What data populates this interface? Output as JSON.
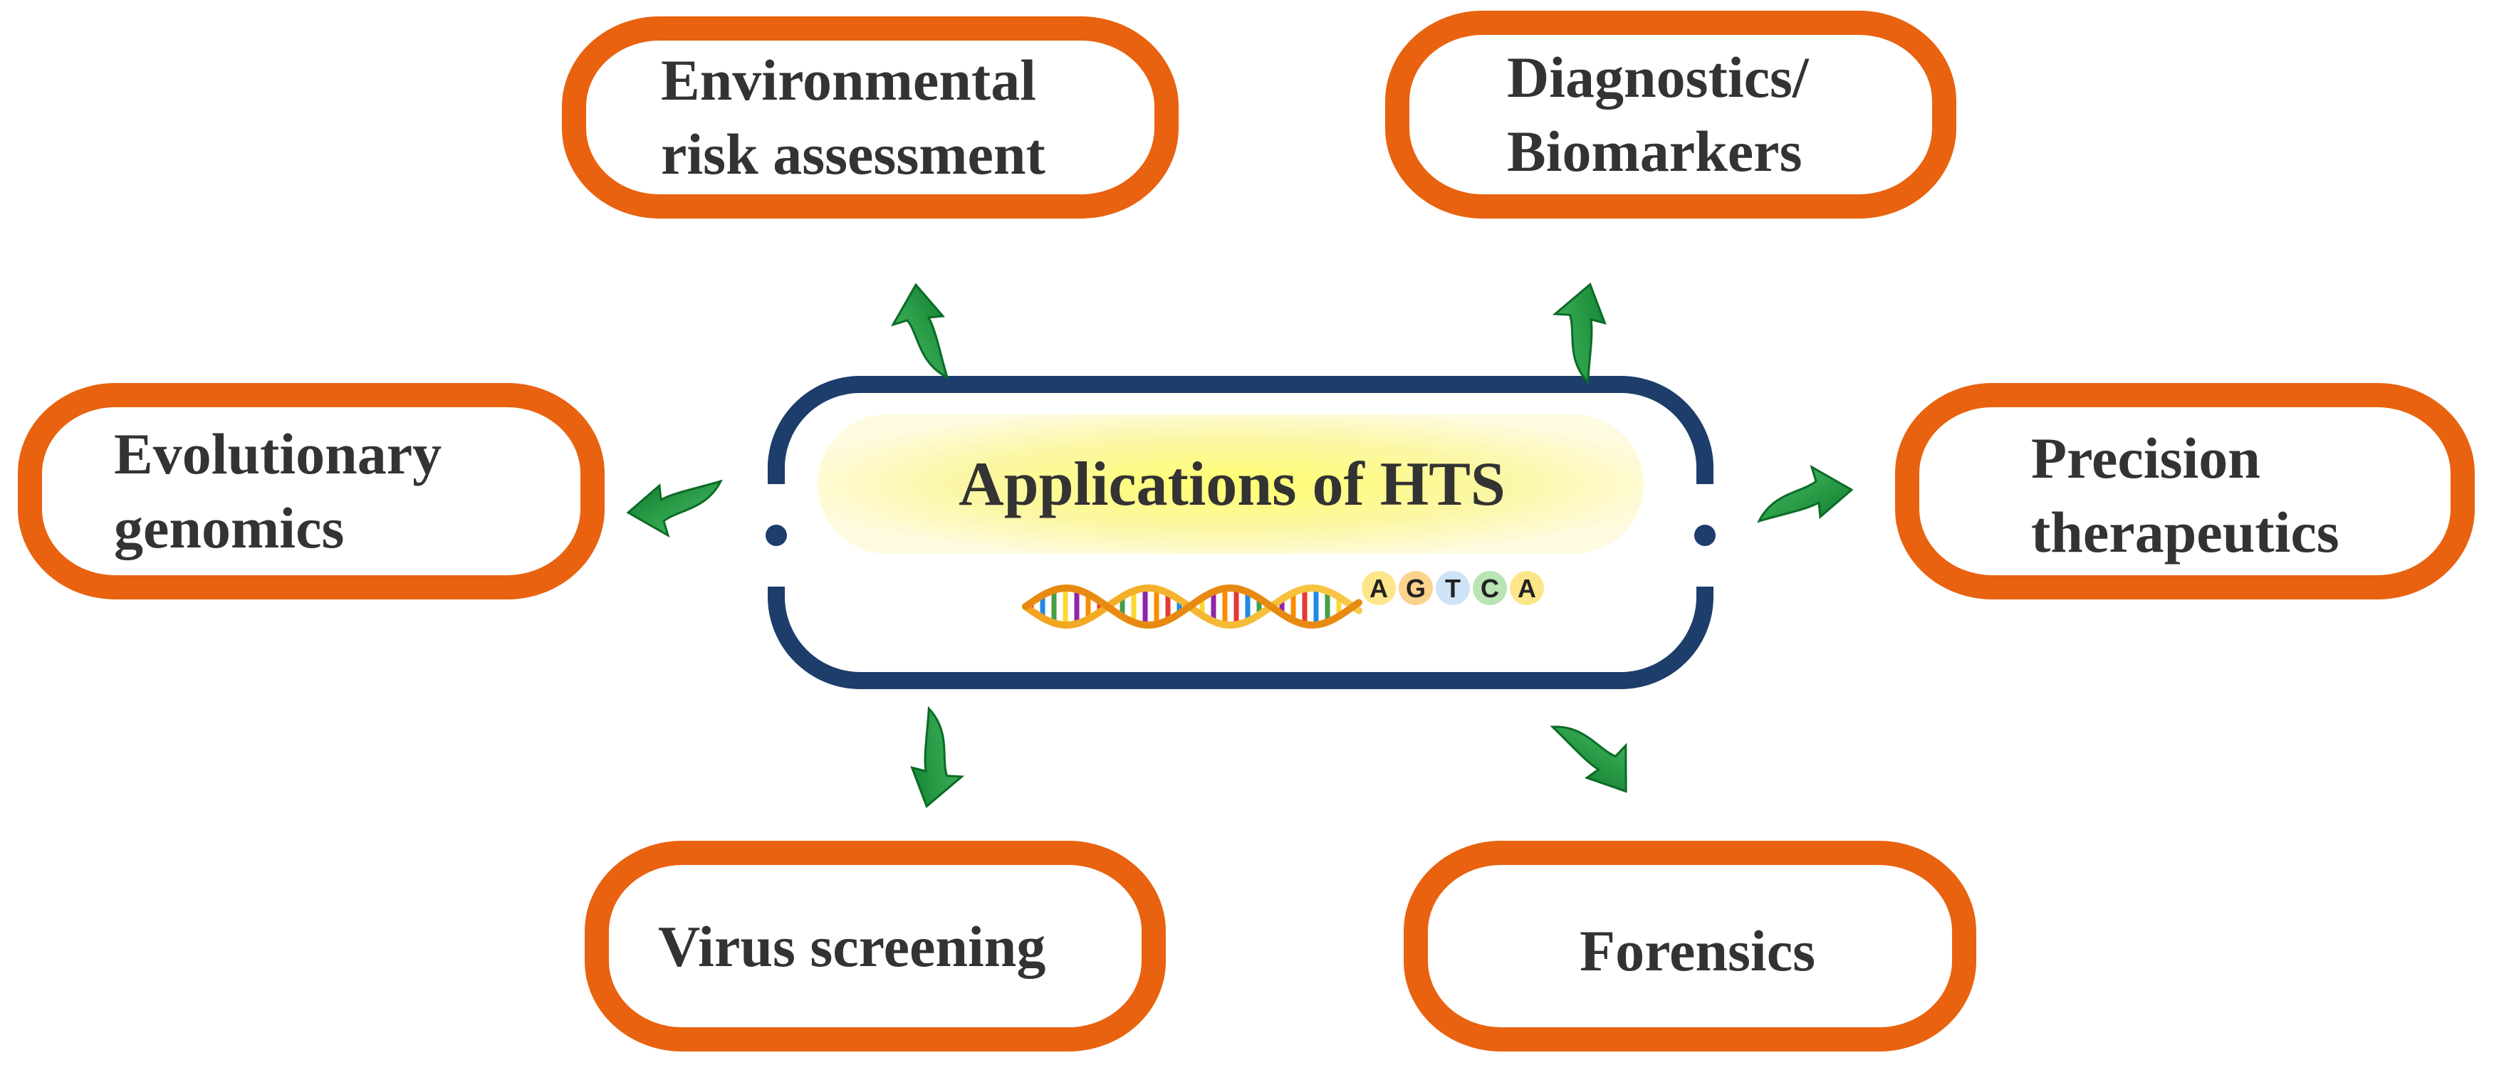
{
  "center": {
    "title": "Applications of HTS",
    "bases": [
      "A",
      "G",
      "T",
      "C",
      "A"
    ],
    "base_colors": [
      "#fde68a",
      "#fbd38d",
      "#cfe3f7",
      "#b9e4b4",
      "#fde68a"
    ]
  },
  "nodes": [
    {
      "id": "environmental",
      "lines": [
        "Environmental",
        "risk assessment"
      ]
    },
    {
      "id": "diagnostics",
      "lines": [
        "Diagnostics/",
        "Biomarkers"
      ]
    },
    {
      "id": "evolutionary",
      "lines": [
        "Evolutionary",
        "genomics"
      ]
    },
    {
      "id": "precision",
      "lines": [
        "Precision",
        "therapeutics"
      ]
    },
    {
      "id": "virus",
      "lines": [
        "Virus screening"
      ]
    },
    {
      "id": "forensics",
      "lines": [
        "Forensics"
      ]
    }
  ],
  "colors": {
    "box_border": "#e8620f",
    "capsule_border": "#1d3d6b",
    "arrow": "#1f9a3c",
    "highlight": "#fff59a",
    "text": "#333333"
  },
  "icons": {
    "arrow": "curved-arrow-icon",
    "dna": "dna-helix-icon"
  }
}
